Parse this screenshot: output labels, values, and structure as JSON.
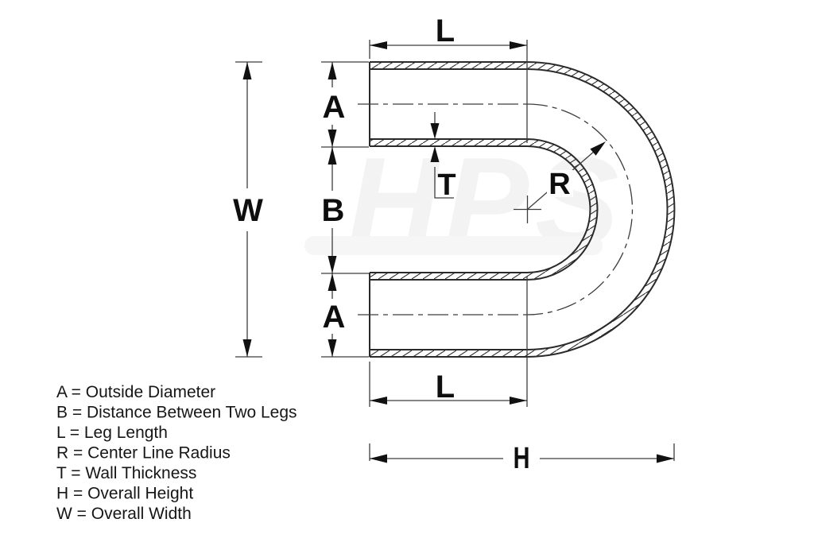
{
  "watermark": {
    "text": "HPS"
  },
  "colors": {
    "line": "#2a2a2a",
    "dim_line": "#3d3d3d",
    "label": "#0e0e0e",
    "watermark": "#f3f3f3",
    "background": "#ffffff"
  },
  "dimensions": {
    "leg_length_top": "L",
    "outside_diameter_top": "A",
    "overall_width": "W",
    "distance_between_legs": "B",
    "wall_thickness": "T",
    "centerline_radius": "R",
    "outside_diameter_bottom": "A",
    "leg_length_bottom": "L",
    "overall_height": "H"
  },
  "legend": {
    "items": [
      {
        "symbol": "A",
        "meaning": "Outside Diameter",
        "text": "A = Outside Diameter"
      },
      {
        "symbol": "B",
        "meaning": "Distance Between Two Legs",
        "text": "B = Distance Between Two Legs"
      },
      {
        "symbol": "L",
        "meaning": "Leg Length",
        "text": "L = Leg Length"
      },
      {
        "symbol": "R",
        "meaning": "Center Line Radius",
        "text": "R = Center Line Radius"
      },
      {
        "symbol": "T",
        "meaning": "Wall Thickness",
        "text": "T = Wall Thickness"
      },
      {
        "symbol": "H",
        "meaning": "Overall Height",
        "text": "H = Overall Height"
      },
      {
        "symbol": "W",
        "meaning": "Overall Width",
        "text": "W = Overall Width"
      }
    ]
  }
}
